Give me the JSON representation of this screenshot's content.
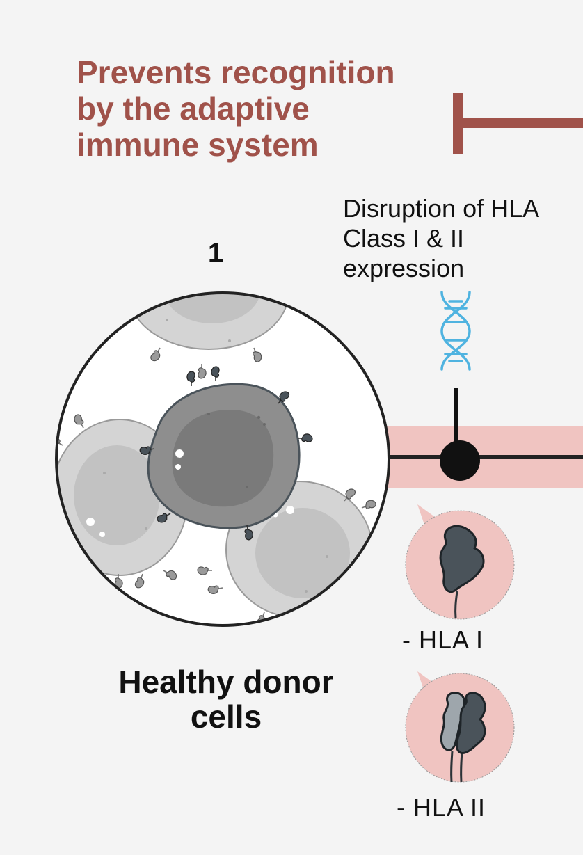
{
  "headline": "Prevents recognition by the adaptive immune system",
  "disruption_label": "Disruption of HLA Class I & II expression",
  "step_number": "1",
  "cells_caption": "Healthy donor cells",
  "hla_one_label": "- HLA I",
  "hla_two_label": "- HLA II",
  "colors": {
    "background": "#f4f4f4",
    "headline": "#a0524a",
    "inhibitor_bar": "#a0524a",
    "band": "#f0c4c1",
    "dna": "#4fb3e0",
    "bubble": "#f0c4c1",
    "cell_light": "#d4d4d4",
    "cell_dark": "#8e8e8e",
    "molecule": "#4a535a"
  },
  "icons": [
    "dna-helix-icon",
    "hla-class-one-icon",
    "hla-class-two-icon"
  ]
}
